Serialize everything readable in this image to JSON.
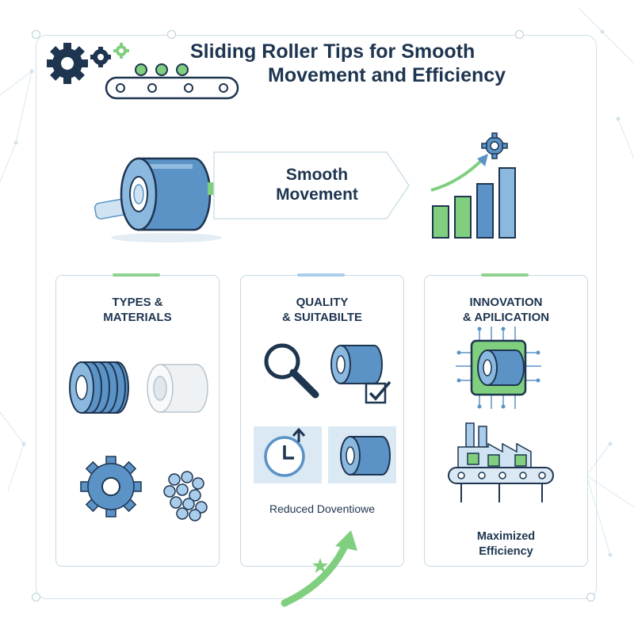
{
  "title": {
    "line1": "Sliding Roller Tips for Smooth",
    "line2": "Movement and Efficiency"
  },
  "banner": {
    "line1": "Smooth",
    "line2": "Movement"
  },
  "cards": [
    {
      "title_line1": "TYPES &",
      "title_line2": "MATERIALS",
      "caption": ""
    },
    {
      "title_line1": "QUALITY",
      "title_line2": "& SUITABILTE",
      "caption": "Reduced Doventiowe"
    },
    {
      "title_line1": "INNOVATION",
      "title_line2": "& APILICATION",
      "caption_line1": "Maximized",
      "caption_line2": "Efficiency"
    }
  ],
  "colors": {
    "navy": "#1e3550",
    "blue": "#5b93c7",
    "light_blue": "#a9cdea",
    "green": "#7fcf7f",
    "frame": "#cfe0ea"
  },
  "icons": [
    "gears-icon",
    "conveyor-icon",
    "roller-icon",
    "arrow-right-icon",
    "growth-chart-icon",
    "ribbed-roller-icon",
    "nylon-roller-icon",
    "sprocket-icon",
    "ball-bearings-icon",
    "magnifier-icon",
    "checkbox-icon",
    "clock-icon",
    "chip-icon",
    "factory-conveyor-icon",
    "upward-arrow-icon",
    "star-icon"
  ]
}
